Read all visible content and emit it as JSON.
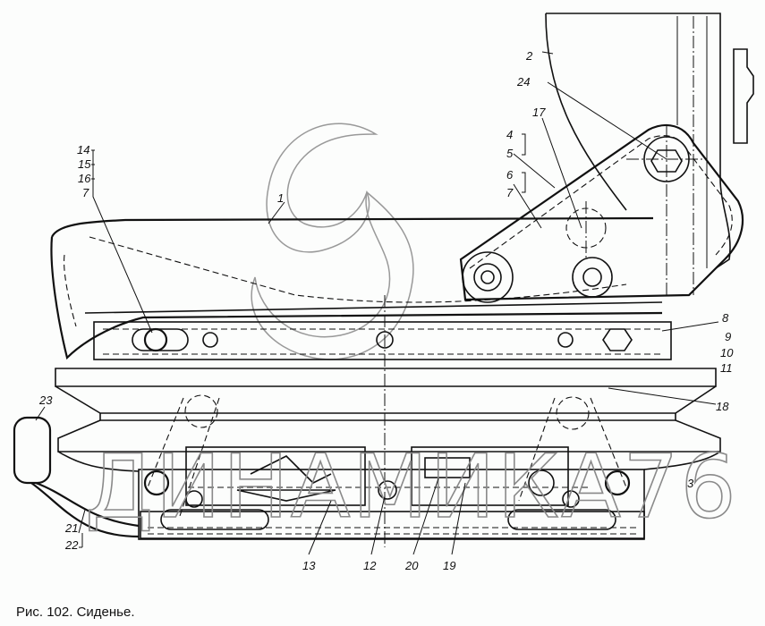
{
  "figure": {
    "caption": "Рис. 102. Сиденье.",
    "watermark": "ДИНАМИКА76"
  },
  "callouts": {
    "c1": "1",
    "c2": "2",
    "c3": "3",
    "c4": "4",
    "c5": "5",
    "c6": "6",
    "c7a": "7",
    "c7b": "7",
    "c8": "8",
    "c9": "9",
    "c10": "10",
    "c11": "11",
    "c12": "12",
    "c13": "13",
    "c14": "14",
    "c15": "15",
    "c16": "16",
    "c17": "17",
    "c18": "18",
    "c19": "19",
    "c20": "20",
    "c21": "21",
    "c22": "22",
    "c23": "23",
    "c24": "24"
  }
}
